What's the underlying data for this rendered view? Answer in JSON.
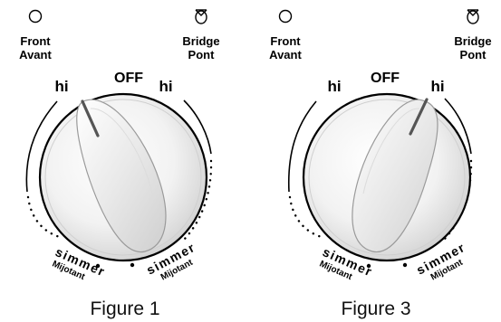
{
  "figures": [
    {
      "caption": "Figure 1",
      "pointer_label": "hi",
      "front_label": [
        "Front",
        "Avant"
      ],
      "bridge_label": [
        "Bridge",
        "Pont"
      ],
      "off_label": "OFF",
      "hi_left_label": "hi",
      "hi_right_label": "hi",
      "simmer_left": [
        "simmer",
        "Mijotant"
      ],
      "simmer_right": [
        "simmer",
        "Mijotant"
      ],
      "front_icon": "circle-outline-icon",
      "bridge_icon": "bridge-element-icon"
    },
    {
      "caption": "Figure 3",
      "pointer_label": "hi",
      "front_label": [
        "Front",
        "Avant"
      ],
      "bridge_label": [
        "Bridge",
        "Pont"
      ],
      "off_label": "OFF",
      "hi_left_label": "hi",
      "hi_right_label": "hi",
      "simmer_left": [
        "simmer",
        "Mijotant"
      ],
      "simmer_right": [
        "simmer",
        "Mijotant"
      ],
      "front_icon": "circle-outline-icon",
      "bridge_icon": "bridge-element-icon"
    }
  ]
}
